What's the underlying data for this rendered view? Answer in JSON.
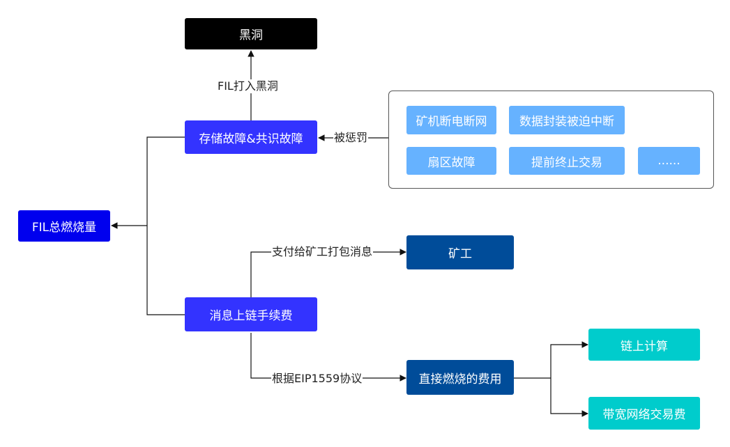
{
  "nodes": {
    "blackhole": "黑洞",
    "storage_fault": "存储故障&共识故障",
    "total_burn": "FIL总燃烧量",
    "message_fee": "消息上链手续费",
    "miner": "矿工",
    "direct_burn": "直接燃烧的费用",
    "onchain_compute": "链上计算",
    "bandwidth_fee": "带宽网络交易费"
  },
  "penalty_group": {
    "items": [
      "矿机断电断网",
      "数据封装被迫中断",
      "扇区故障",
      "提前终止交易",
      "......"
    ]
  },
  "edge_labels": {
    "to_blackhole": "FIL打入黑洞",
    "penalized": "被惩罚",
    "pay_miner": "支付给矿工打包消息",
    "eip1559": "根据EIP1559协议"
  },
  "colors": {
    "black": "#000000",
    "purple": "#3333ff",
    "blue": "#0000ee",
    "navy": "#004c99",
    "light_blue": "#66b2ff",
    "teal": "#00cccc"
  }
}
